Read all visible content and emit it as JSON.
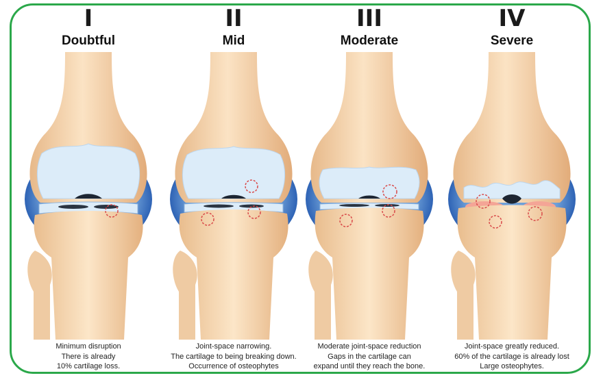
{
  "accent_color": "#2ba84a",
  "stages": [
    {
      "numeral": "I",
      "title": "Doubtful",
      "description": [
        "Minimum disruption",
        "There is already",
        "10%  cartilage loss."
      ]
    },
    {
      "numeral": "II",
      "title": "Mid",
      "description": [
        "Joint-space narrowing.",
        "The cartilage to being breaking down.",
        "Occurrence of osteophytes"
      ]
    },
    {
      "numeral": "III",
      "title": "Moderate",
      "description": [
        "Moderate joint-space reduction",
        "Gaps in the cartilage can",
        "expand until they reach the bone."
      ]
    },
    {
      "numeral": "IV",
      "title": "Severe",
      "description": [
        "Joint-space greatly reduced.",
        "60% of the cartilage is already lost",
        "Large osteophytes."
      ]
    }
  ]
}
